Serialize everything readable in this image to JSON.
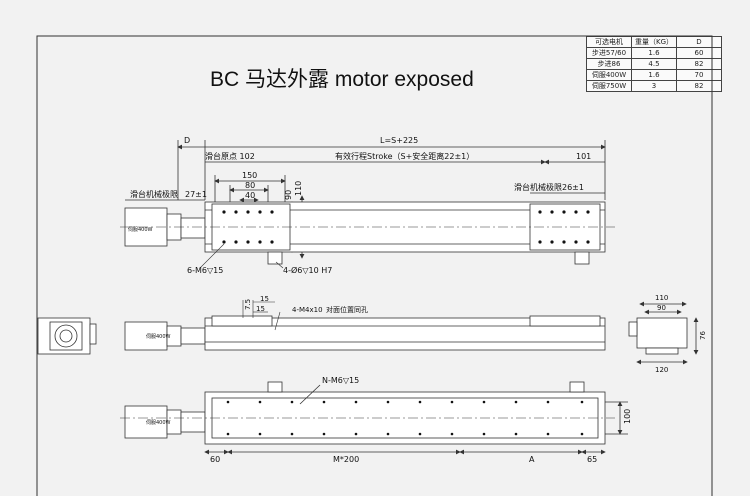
{
  "title": "BC 马达外露 motor exposed",
  "spec_table": {
    "headers": [
      "可选电机",
      "重量（KG）",
      "D"
    ],
    "rows": [
      [
        "步进57/60",
        "1.6",
        "60"
      ],
      [
        "步进86",
        "4.5",
        "82"
      ],
      [
        "伺服400W",
        "1.6",
        "70"
      ],
      [
        "伺服750W",
        "3",
        "82"
      ]
    ]
  },
  "dims": {
    "d": "D",
    "total_length": "L=S+225",
    "slide_point": "滑台原点 102",
    "stroke": "有效行程Stroke（S+安全距离22±1）",
    "right_offset": "101",
    "w150": "150",
    "w80": "80",
    "w40": "40",
    "h90": "90",
    "h110": "110",
    "left_limit": "滑台机械极限",
    "left_limit_val": "27±1",
    "right_limit": "滑台机械极限26±1",
    "motor_label": "伺服400W",
    "holes_m6": "6-M6▽15",
    "holes_d6": "4-Ø6▽10 H7",
    "s7_5": "7.5",
    "s15a": "15",
    "s15b": "15",
    "m4": "4-M4x10",
    "mount_note": "对面位置同孔",
    "end_110": "110",
    "end_90": "90",
    "end_120": "120",
    "end_76": "76",
    "n_holes": "N-M6▽15",
    "h100": "100",
    "b60": "60",
    "bm200": "M*200",
    "ba": "A",
    "b65": "65"
  }
}
